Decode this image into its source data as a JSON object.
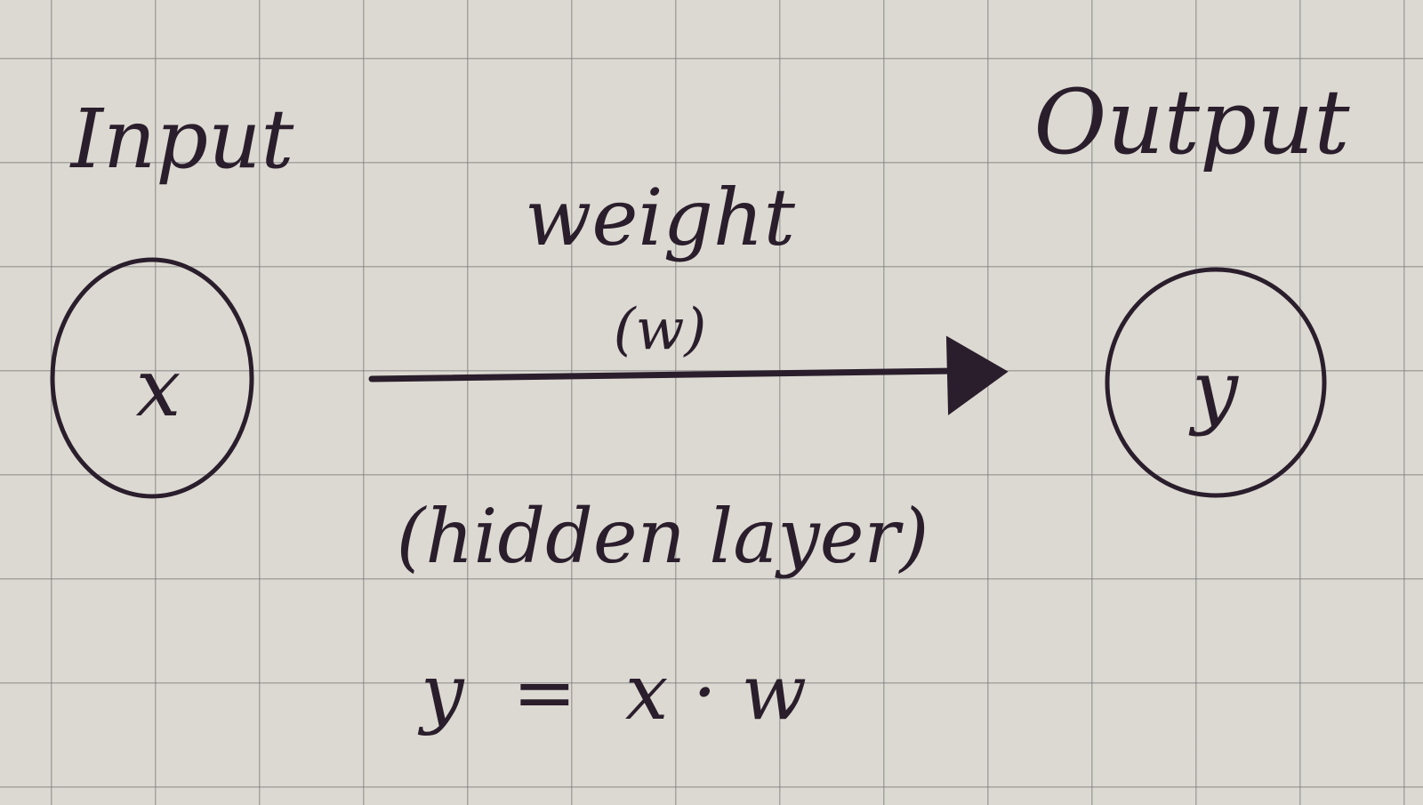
{
  "input": {
    "heading": "Input",
    "node_symbol": "x"
  },
  "output": {
    "heading": "Output",
    "node_symbol": "y"
  },
  "connection": {
    "label": "weight",
    "symbol": "(w)",
    "caption": "(hidden layer)"
  },
  "equation": {
    "text": "y  =  x · w"
  },
  "colors": {
    "ink": "#2a1e2c",
    "paper": "#dcd9d2",
    "grid": "#8c8c8c"
  }
}
